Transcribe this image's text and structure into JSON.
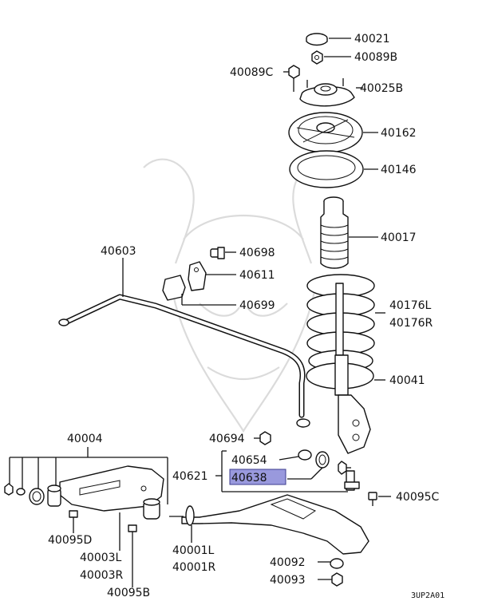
{
  "diagram": {
    "part_labels": {
      "p40021": "40021",
      "p40089b": "40089B",
      "p40089c": "40089C",
      "p40025b": "40025B",
      "p40162": "40162",
      "p40146": "40146",
      "p40017": "40017",
      "p40603": "40603",
      "p40698": "40698",
      "p40611": "40611",
      "p40699": "40699",
      "p40176l": "40176L",
      "p40176r": "40176R",
      "p40041": "40041",
      "p40004": "40004",
      "p40694": "40694",
      "p40654": "40654",
      "p40621": "40621",
      "p40638": "40638",
      "p40095c": "40095C",
      "p40095d": "40095D",
      "p40003l": "40003L",
      "p40003r": "40003R",
      "p40001l": "40001L",
      "p40001r": "40001R",
      "p40092": "40092",
      "p40093": "40093",
      "p40095b": "40095B"
    },
    "figure_code": "3UP2A01",
    "highlighted_part": "40638",
    "highlight_color": "#9999dd"
  }
}
